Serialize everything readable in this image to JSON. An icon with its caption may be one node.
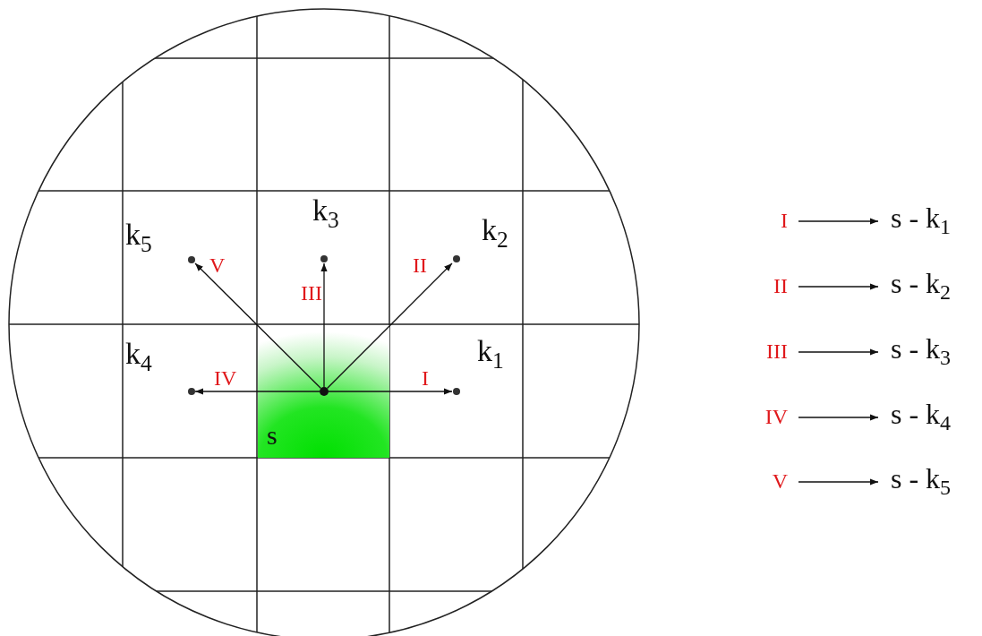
{
  "diagram": {
    "nodes": [
      {
        "text": [
          "k$_{5}$"
        ]
      },
      {
        "text": [
          "k$_{3}$"
        ]
      },
      {
        "text": [
          "k$_{2}$"
        ]
      },
      {
        "text": [
          "k$_{4}$"
        ]
      },
      {
        "text": [
          "k$_{1}$"
        ]
      },
      {
        "text": [
          "s"
        ]
      },
      {
        "text": [],
        "shape": "circle",
        "in": 5
      },
      {
        "text": [
          "I"
        ]
      },
      {
        "text": [
          "s - k$_{1}$"
        ]
      },
      {
        "text": [
          "II"
        ]
      },
      {
        "text": [
          "s - k$_{2}$"
        ]
      },
      {
        "text": [
          "III"
        ]
      },
      {
        "text": [
          "s - k$_{3}$"
        ]
      },
      {
        "text": [
          "IV"
        ]
      },
      {
        "text": [
          "s - k$_{4}$"
        ]
      },
      {
        "text": [
          "V"
        ]
      },
      {
        "text": [
          "s - k$_{5}$"
        ]
      }
    ],
    "edges": [
      {
        "from": 6,
        "to": 4,
        "arrow": "to",
        "label": "I"
      },
      {
        "from": 6,
        "to": 2,
        "arrow": "to",
        "label": "II"
      },
      {
        "from": 6,
        "to": 1,
        "arrow": "to",
        "label": "III"
      },
      {
        "from": 6,
        "to": 3,
        "arrow": "to",
        "label": "IV"
      },
      {
        "from": 6,
        "to": 0,
        "arrow": "to",
        "label": "V"
      },
      {
        "from": 7,
        "to": 8,
        "arrow": "to"
      },
      {
        "from": 9,
        "to": 10,
        "arrow": "to"
      },
      {
        "from": 11,
        "to": 12,
        "arrow": "to"
      },
      {
        "from": 13,
        "to": 14,
        "arrow": "to"
      },
      {
        "from": 15,
        "to": 16,
        "arrow": "to"
      }
    ]
  }
}
